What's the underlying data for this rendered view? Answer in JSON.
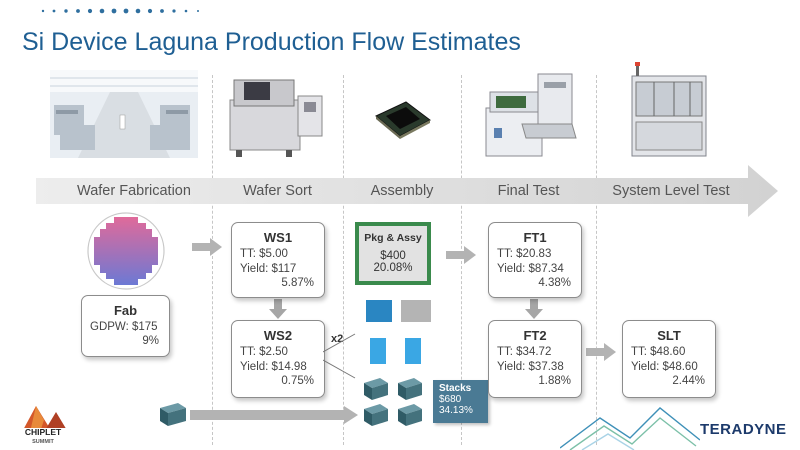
{
  "title": "Si Device Laguna Production Flow Estimates",
  "stages": [
    "Wafer Fabrication",
    "Wafer Sort",
    "Assembly",
    "Final Test",
    "System Level Test"
  ],
  "fab": {
    "title": "Fab",
    "line1": "GDPW: $175",
    "line2": "9%"
  },
  "ws1": {
    "title": "WS1",
    "tt": "TT: $5.00",
    "yield": "Yield: $117",
    "pct": "5.87%"
  },
  "ws2": {
    "title": "WS2",
    "tt": "TT: $2.50",
    "yield": "Yield: $14.98",
    "pct": "0.75%"
  },
  "pkg": {
    "title": "Pkg & Assy",
    "cost": "$400",
    "pct": "20.08%"
  },
  "x2_label": "x2",
  "stacks": {
    "title": "Stacks",
    "cost": "$680",
    "pct": "34.13%"
  },
  "ft1": {
    "title": "FT1",
    "tt": "TT: $20.83",
    "yield": "Yield: $87.34",
    "pct": "4.38%"
  },
  "ft2": {
    "title": "FT2",
    "tt": "TT: $34.72",
    "yield": "Yield: $37.38",
    "pct": "1.88%"
  },
  "slt": {
    "title": "SLT",
    "tt": "TT: $48.60",
    "yield": "Yield: $48.60",
    "pct": "2.44%"
  },
  "logos": {
    "chiplet": "CHIPLET SUMMIT",
    "teradyne": "TERADYNE"
  },
  "colors": {
    "title_blue": "#1f5f93",
    "pkg_green": "#3a8a4c",
    "stacks_blue": "#4a7a94",
    "teradyne_navy": "#1c3a6b"
  }
}
